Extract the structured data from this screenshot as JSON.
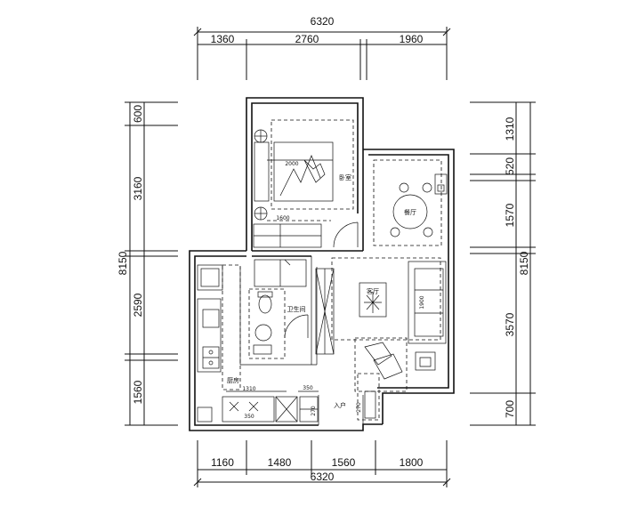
{
  "dimensions": {
    "top_total": "6320",
    "top_segments": [
      "1360",
      "2760",
      "1960"
    ],
    "bottom_total": "6320",
    "bottom_segments": [
      "1160",
      "1480",
      "1560",
      "1800"
    ],
    "left_total": "8150",
    "left_segments": [
      "600",
      "3160",
      "2590",
      "1560"
    ],
    "right_total": "8150",
    "right_segments": [
      "1310",
      "520",
      "1570",
      "3570",
      "700"
    ]
  },
  "rooms": {
    "bedroom": "卧室",
    "dining": "餐厅",
    "living": "客厅",
    "bathroom": "卫生间",
    "kitchen": "厨房",
    "entrance": "入户"
  },
  "notes": {
    "bed_width": "2000",
    "wardrobe": "1600",
    "kitchen_counter": "1310",
    "sofa": "1900",
    "cabinet": "350",
    "shoe_rack": "270",
    "small_a": "350",
    "small_b": "270"
  }
}
